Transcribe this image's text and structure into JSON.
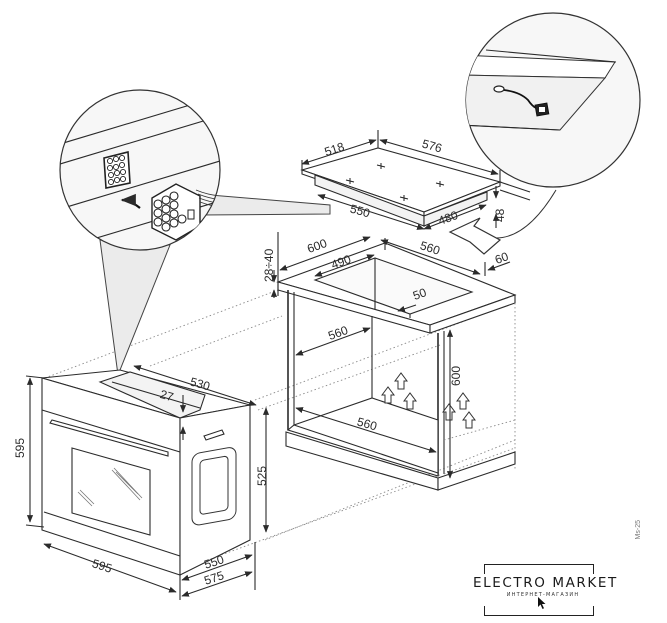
{
  "diagram": {
    "title": "Built-in oven and hob installation dimensions",
    "units": "mm",
    "hob": {
      "width_label": "576",
      "depth_label": "518",
      "cutout_width_label": "550",
      "cutout_depth_label": "480",
      "height_label": "48",
      "burner_marks": 4
    },
    "countertop": {
      "depth_label": "600",
      "cutout_width_label": "560",
      "cutout_depth_label": "490",
      "front_gap_label": "50",
      "rear_gap_label": "60",
      "thickness_label": "28÷40"
    },
    "cabinet": {
      "inner_depth_label": "560",
      "inner_width_label": "560",
      "niche_height_label": "600",
      "airflow_arrows": 6
    },
    "oven": {
      "depth_top_label": "530",
      "panel_offset_label": "27",
      "front_height_label": "595",
      "body_height_label": "525",
      "front_width_label": "595",
      "body_depth_label": "550",
      "total_depth_label": "575"
    },
    "callouts": [
      {
        "name": "oven-connector-detail",
        "description": "12-pin connector plugging into socket"
      },
      {
        "name": "hob-cable-detail",
        "description": "hob cable with connector under worktop"
      }
    ]
  },
  "branding": {
    "logo_title": "ELECTRO MARKET",
    "logo_subtitle": "ИНТЕРНЕТ-МАГАЗИН"
  },
  "side_code": "Ms-25"
}
